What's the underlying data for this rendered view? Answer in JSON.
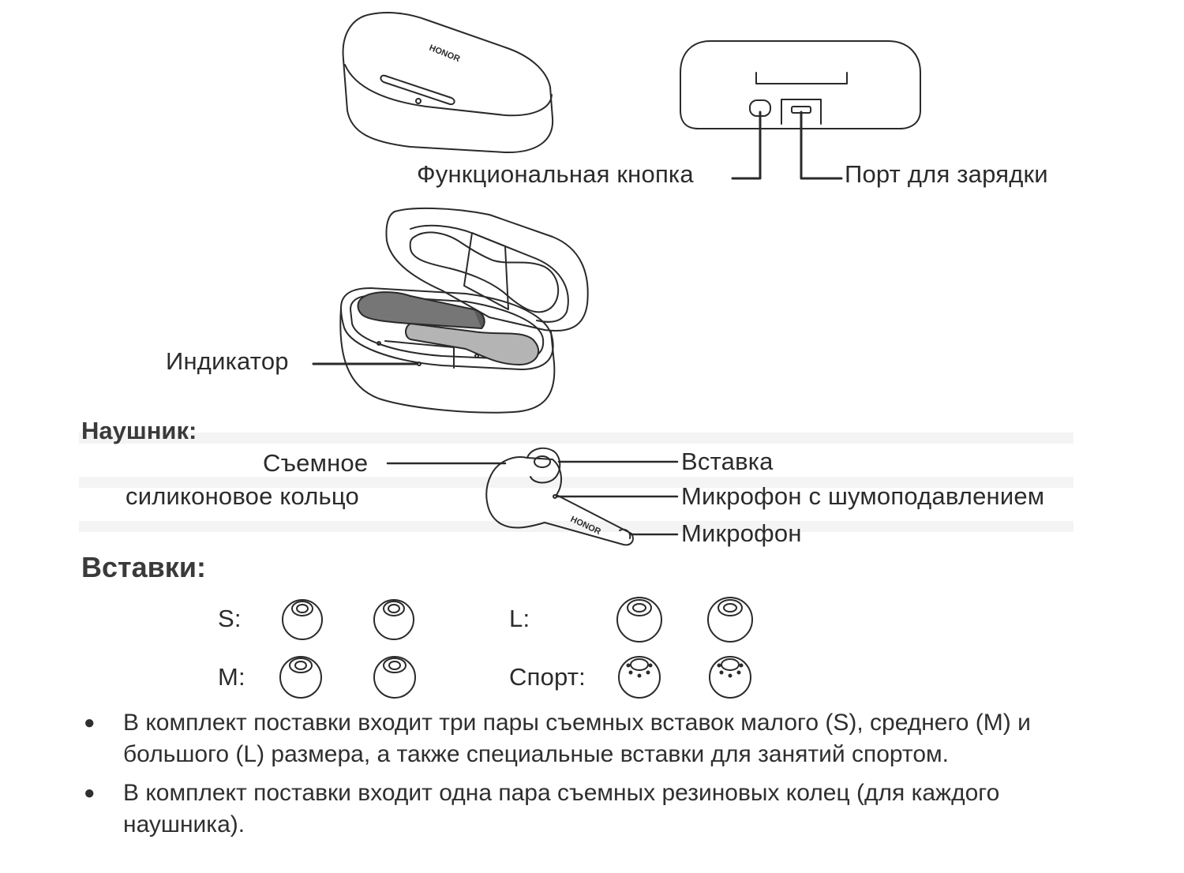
{
  "case": {
    "logo": "HONOR",
    "function_button_label": "Функциональная кнопка",
    "charging_port_label": "Порт для зарядки",
    "indicator_label": "Индикатор"
  },
  "earphone": {
    "heading": "Наушник:",
    "ring_label_line1": "Съемное",
    "ring_label_line2": "силиконовое кольцо",
    "insert_label": "Вставка",
    "noise_mic_label": "Микрофон с шумоподавлением",
    "mic_label": "Микрофон",
    "logo": "HONOR"
  },
  "inserts": {
    "heading": "Вставки:",
    "sizes": [
      {
        "label": "S:"
      },
      {
        "label": "L:"
      },
      {
        "label": "M:"
      },
      {
        "label": "Спорт:"
      }
    ]
  },
  "notes": [
    "В комплект поставки входит три пары съемных вставок малого (S), среднего (M) и большого (L) размера, а также специальные вставки для занятий спортом.",
    "В комплект поставки входит одна пара съемных резиновых колец (для каждого наушника)."
  ]
}
